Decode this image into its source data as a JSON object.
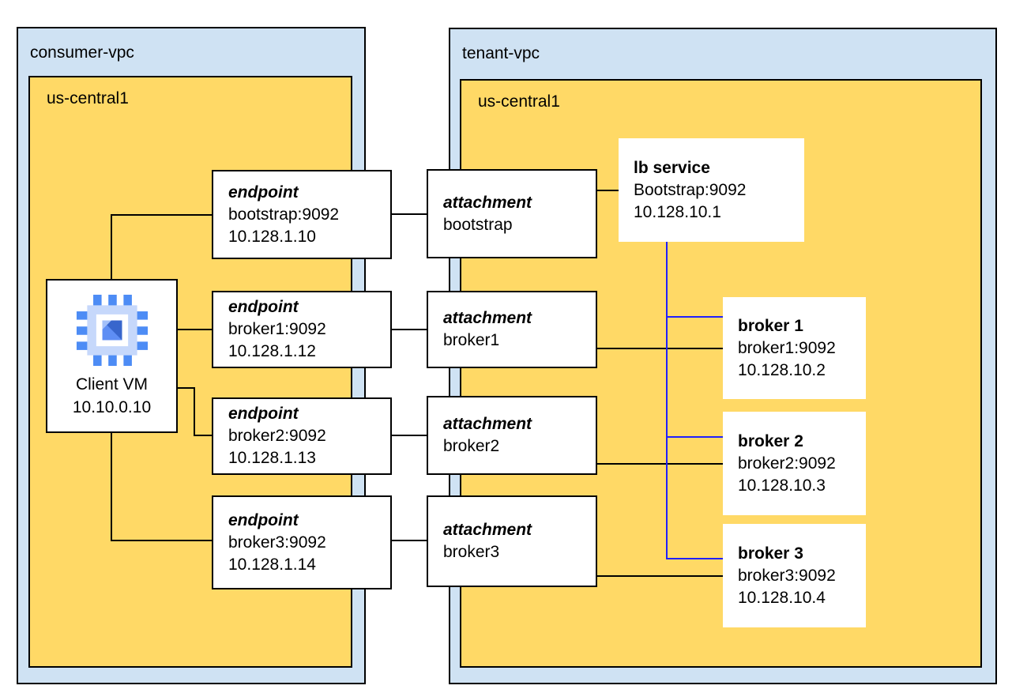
{
  "consumer_vpc": {
    "label": "consumer-vpc",
    "region_label": "us-central1"
  },
  "tenant_vpc": {
    "label": "tenant-vpc",
    "region_label": "us-central1"
  },
  "client_vm": {
    "name": "Client VM",
    "ip": "10.10.0.10"
  },
  "endpoints": [
    {
      "title": "endpoint",
      "service": "bootstrap:9092",
      "ip": "10.128.1.10"
    },
    {
      "title": "endpoint",
      "service": "broker1:9092",
      "ip": "10.128.1.12"
    },
    {
      "title": "endpoint",
      "service": "broker2:9092",
      "ip": "10.128.1.13"
    },
    {
      "title": "endpoint",
      "service": "broker3:9092",
      "ip": "10.128.1.14"
    }
  ],
  "attachments": [
    {
      "title": "attachment",
      "name": "bootstrap"
    },
    {
      "title": "attachment",
      "name": "broker1"
    },
    {
      "title": "attachment",
      "name": "broker2"
    },
    {
      "title": "attachment",
      "name": "broker3"
    }
  ],
  "lb_service": {
    "title": "lb service",
    "service": "Bootstrap:9092",
    "ip": "10.128.10.1"
  },
  "brokers": [
    {
      "title": "broker 1",
      "service": "broker1:9092",
      "ip": "10.128.10.2"
    },
    {
      "title": "broker 2",
      "service": "broker2:9092",
      "ip": "10.128.10.3"
    },
    {
      "title": "broker 3",
      "service": "broker3:9092",
      "ip": "10.128.10.4"
    }
  ],
  "icons": {
    "client_vm": "cpu-chip-icon"
  },
  "colors": {
    "vpc_fill": "#cfe2f3",
    "region_fill": "#ffd966",
    "node_fill": "#ffffff",
    "border": "#000000",
    "line": "#000000",
    "lb_line": "#1f1fff",
    "icon_pin": "#4d8cf5",
    "icon_body": "#c6d8fb",
    "icon_inner": "#5e8ef4",
    "icon_dark": "#3866cc",
    "icon_light": "#a3c0f9"
  }
}
